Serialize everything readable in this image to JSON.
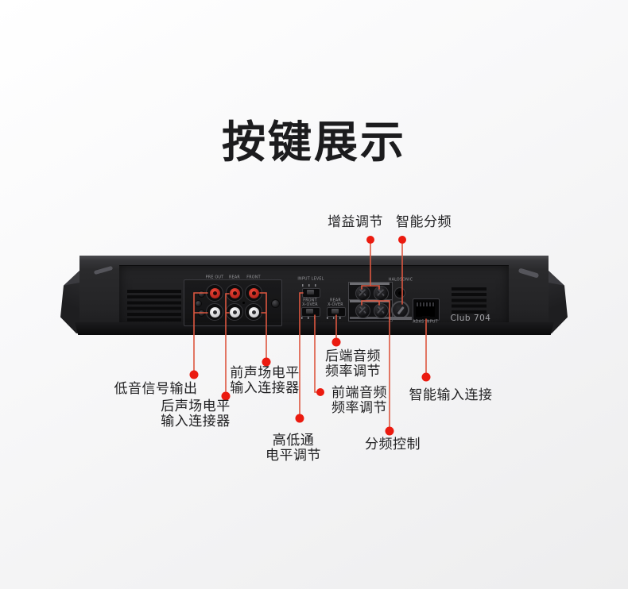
{
  "page": {
    "title": "按键展示"
  },
  "device": {
    "model_label": "Club 704",
    "panel_labels": {
      "pre_out": "PRE OUT",
      "rear": "REAR",
      "front": "FRONT",
      "input_level": "INPUT LEVEL",
      "front_xover": "FRONT\nX-OVER",
      "rear_xover": "REAR\nX-OVER",
      "halosonic": "HALOSONIC",
      "adas_input": "ADAS INPUT"
    }
  },
  "annotations": {
    "gain": {
      "text": "增益调节"
    },
    "smart_crossover": {
      "text": "智能分频"
    },
    "bass_output": {
      "text": "低音信号输出"
    },
    "front_level_input": {
      "text": "前声场电平\n输入连接器"
    },
    "rear_level_input": {
      "text": "后声场电平\n输入连接器"
    },
    "rear_freq": {
      "text": "后端音频\n频率调节"
    },
    "front_freq": {
      "text": "前端音频\n频率调节"
    },
    "hilo_level": {
      "text": "高低通\n电平调节"
    },
    "crossover_control": {
      "text": "分频控制"
    },
    "smart_input": {
      "text": "智能输入连接"
    }
  },
  "colors": {
    "annotation_line": "#dd5740",
    "annotation_dot": "#eb1a0f"
  }
}
